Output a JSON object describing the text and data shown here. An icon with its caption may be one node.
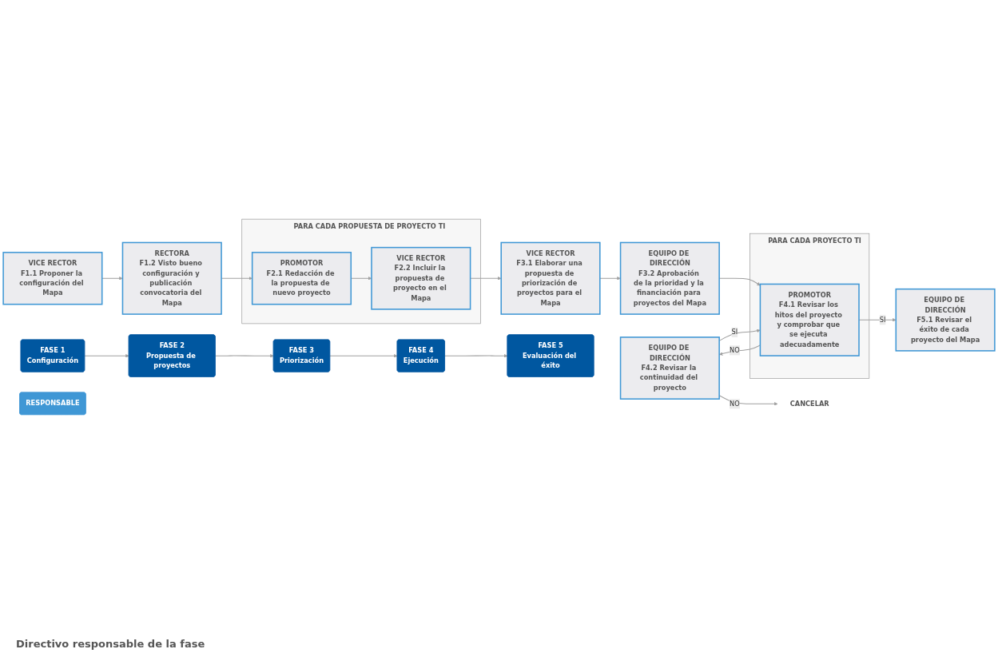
{
  "diagram": {
    "nodes": [
      {
        "text": [
          "CANCELAR"
        ]
      },
      {
        "text": [
          "EQUIPO DE DIRECCIÓN",
          "F4.2 Revisar la continuidad del proyecto"
        ]
      },
      {
        "text": [
          "VICE RECTOR",
          "F1.1 Proponer la configuración del Mapa"
        ]
      },
      {
        "text": [
          "RECTORA",
          "F1.2 Visto bueno configuración y publicación convocatoria del Mapa"
        ]
      },
      {
        "text": [
          "PARA CADA PROPUESTA DE PROYECTO TI"
        ]
      },
      {
        "text": [
          "PROMOTOR",
          "F2.1 Redacción de la propuesta de nuevo proyecto"
        ],
        "in": 4
      },
      {
        "text": [
          "VICE RECTOR",
          "F2.2 Incluir la propuesta de proyecto en el Mapa"
        ],
        "in": 4
      },
      {
        "text": [
          "VICE RECTOR",
          "F3.1 Elaborar una propuesta de priorización de proyectos para el Mapa"
        ]
      },
      {
        "text": [
          "EQUIPO DE DIRECCIÓN",
          "F3.2 Aprobación de la prioridad y la financiación para proyectos del Mapa"
        ]
      },
      {
        "text": [
          "PARA CADA PROYECTO TI"
        ]
      },
      {
        "text": [
          "PROMOTOR",
          "F4.1 Revisar los hitos del proyecto y comprobar que se ejecuta adecuadamente"
        ],
        "in": 9
      },
      {
        "text": [
          "EQUIPO DE DIRECCIÓN",
          "F5.1 Revisar el éxito de cada proyecto del Mapa"
        ]
      },
      {
        "text": [
          "FASE 1",
          "Configuración"
        ]
      },
      {
        "text": [
          "FASE 2",
          "Propuesta de proyectos"
        ]
      },
      {
        "text": [
          "FASE 3",
          "Priorización"
        ]
      },
      {
        "text": [
          "FASE 4",
          "Ejecución"
        ]
      },
      {
        "text": [
          "FASE 5",
          "Evaluación del éxito"
        ]
      },
      {
        "text": [
          "RESPONSABLE"
        ]
      }
    ],
    "edges": [
      {
        "from": 2,
        "to": 3,
        "arrow": "to"
      },
      {
        "from": 3,
        "to": 5,
        "arrow": "to"
      },
      {
        "from": 5,
        "to": 6,
        "arrow": "to"
      },
      {
        "from": 6,
        "to": 7,
        "arrow": "to"
      },
      {
        "from": 7,
        "to": 8,
        "arrow": "to"
      },
      {
        "from": 8,
        "to": 10,
        "arrow": "to"
      },
      {
        "from": 10,
        "to": 1,
        "label": "NO",
        "arrow": "to"
      },
      {
        "from": 10,
        "to": 11,
        "label": "SI",
        "arrow": "to"
      },
      {
        "from": 1,
        "to": 0,
        "label": "NO",
        "arrow": "to"
      },
      {
        "from": 1,
        "to": 10,
        "label": "SI",
        "arrow": "to"
      },
      {
        "from": 12,
        "to": 13,
        "arrow": "to"
      },
      {
        "from": 13,
        "to": 14,
        "arrow": "to"
      },
      {
        "from": 14,
        "to": 15,
        "arrow": "to"
      },
      {
        "from": 15,
        "to": 16,
        "arrow": "to"
      }
    ],
    "labels": [
      "Directivo responsable de la fase"
    ]
  }
}
